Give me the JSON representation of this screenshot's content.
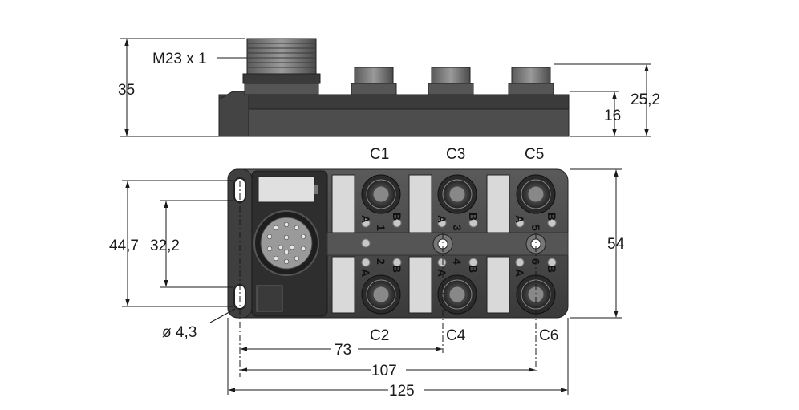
{
  "thread_label": "M23 x 1",
  "dimensions": {
    "height_total": "35",
    "height_connector": "25,2",
    "height_body": "16",
    "width_outer": "44,7",
    "width_inner": "32,2",
    "width_body": "54",
    "hole_diameter": "ø 4,3",
    "length_73": "73",
    "length_107": "107",
    "length_125": "125"
  },
  "connectors": {
    "top": [
      "C1",
      "C3",
      "C5"
    ],
    "bottom": [
      "C2",
      "C4",
      "C6"
    ]
  },
  "port_numbers": [
    "1",
    "2",
    "3",
    "4",
    "5",
    "6"
  ],
  "pin_marks": {
    "a": "A",
    "b": "B"
  },
  "colors": {
    "body": "#4a4a4a",
    "body_dark": "#2c2c2c",
    "label_plate": "#d9d9d9",
    "lines": "#1a1a1a"
  }
}
